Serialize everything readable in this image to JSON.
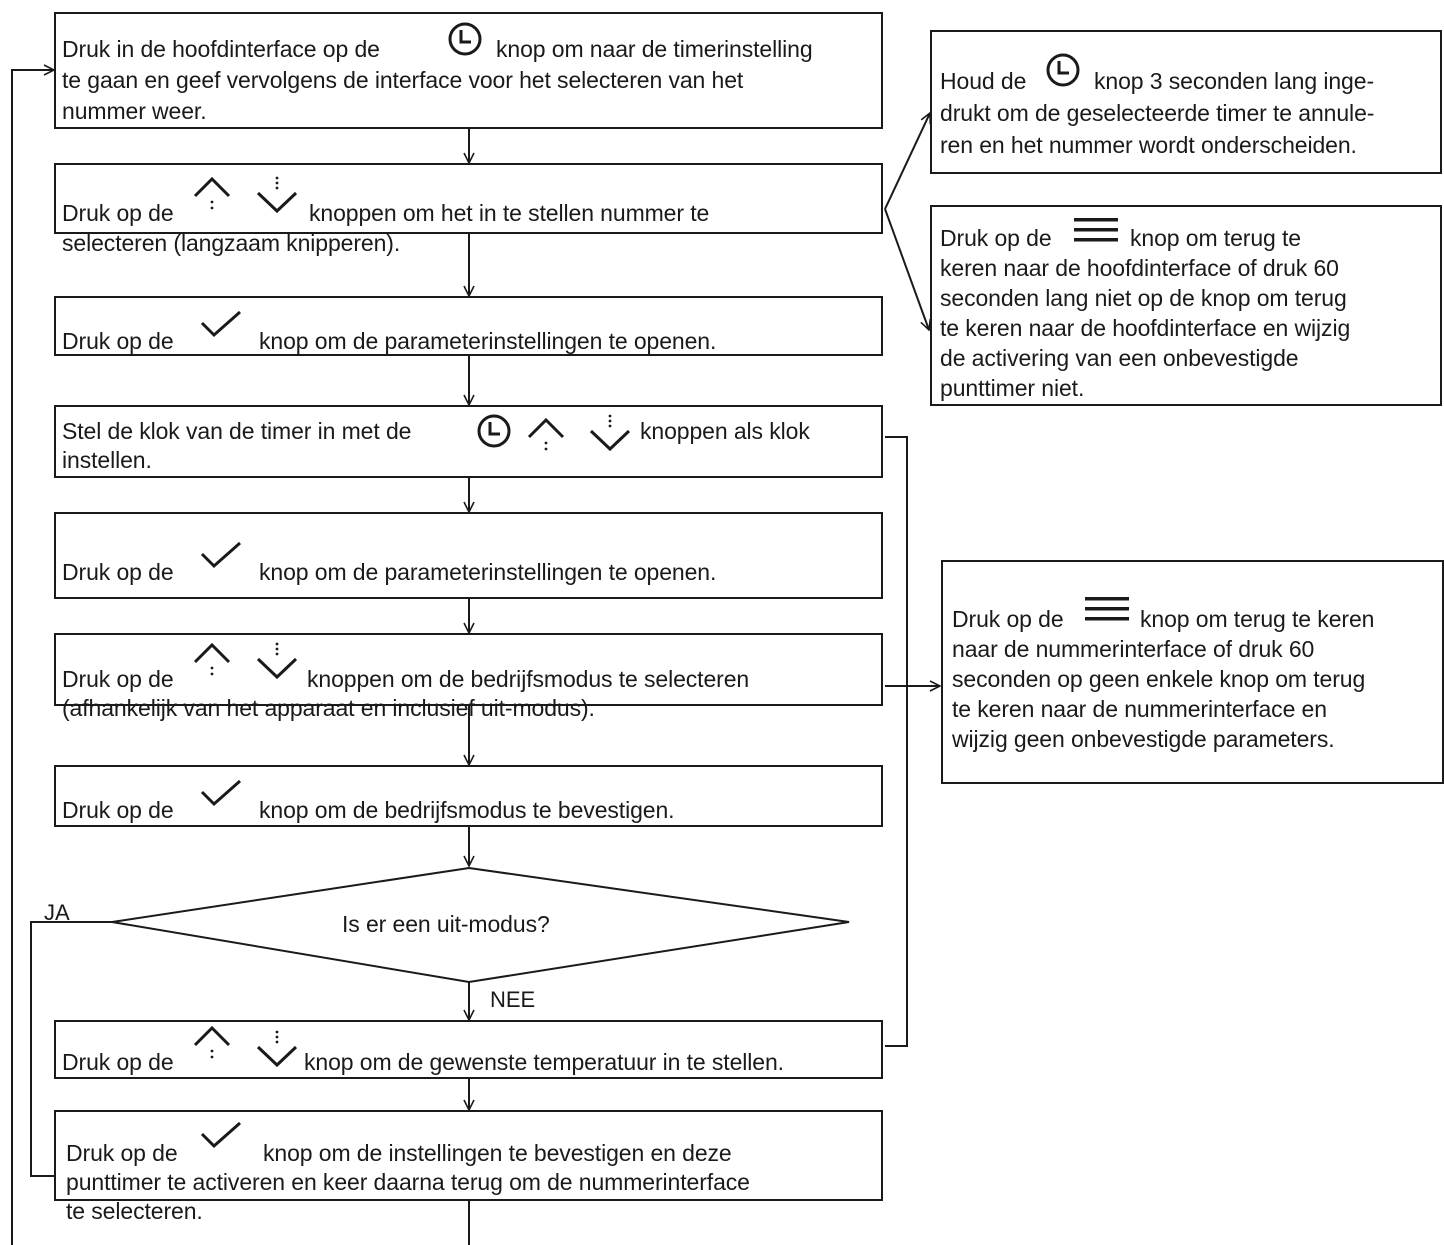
{
  "flowchart": {
    "step1": {
      "pre": "Druk in de hoofdinterface op de",
      "post": "knop om naar de timerinstelling",
      "line2": "te gaan en geef vervolgens de interface voor het selecteren van het",
      "line3": "nummer weer."
    },
    "step2": {
      "pre": "Druk op de",
      "post": "knoppen om het in te stellen nummer te",
      "line2": "selecteren (langzaam knipperen)."
    },
    "step3": {
      "pre": "Druk op de",
      "post": "knop om de parameterinstellingen te openen."
    },
    "step4": {
      "pre": "Stel de klok van de timer in met de",
      "post": "knoppen als klok",
      "line2": "instellen."
    },
    "step5": {
      "pre": "Druk op de",
      "post": "knop om de parameterinstellingen te openen."
    },
    "step6": {
      "pre": "Druk op de",
      "post": "knoppen om de bedrijfsmodus te selecteren",
      "line2": "(afhankelijk van het apparaat en inclusief uit-modus)."
    },
    "step7": {
      "pre": "Druk op de",
      "post": "knop om de bedrijfsmodus te bevestigen."
    },
    "decision": {
      "question": "Is er een uit-modus?",
      "yes_label": "JA",
      "no_label": "NEE"
    },
    "step8": {
      "pre": "Druk op de",
      "post": "knop om de gewenste temperatuur in te stellen."
    },
    "step9": {
      "pre": "Druk op de",
      "post": "knop om de instellingen te bevestigen en deze",
      "line2": "punttimer te activeren en keer daarna terug om de nummerinterface",
      "line3": "te selecteren."
    },
    "side1": {
      "pre": "Houd de",
      "post": "knop 3 seconden lang inge-",
      "line2": "drukt om de geselecteerde timer te annule-",
      "line3": "ren en het nummer wordt onderscheiden."
    },
    "side2": {
      "pre": "Druk op de",
      "post": "knop om terug te",
      "line2": "keren naar de hoofdinterface of druk 60",
      "line3": "seconden lang niet op de knop om terug",
      "line4": "te keren naar de hoofdinterface en wijzig",
      "line5": "de activering van een onbevestigde",
      "line6": "punttimer niet."
    },
    "side3": {
      "pre": "Druk op de",
      "post": "knop om terug te keren",
      "line2": "naar de nummerinterface of druk 60",
      "line3": "seconden op geen enkele knop om terug",
      "line4": "te keren naar de nummerinterface en",
      "line5": "wijzig geen onbevestigde parameters."
    }
  },
  "icons": [
    "clock-icon",
    "up-arrow-icon",
    "down-arrow-icon",
    "check-icon",
    "menu-icon"
  ]
}
